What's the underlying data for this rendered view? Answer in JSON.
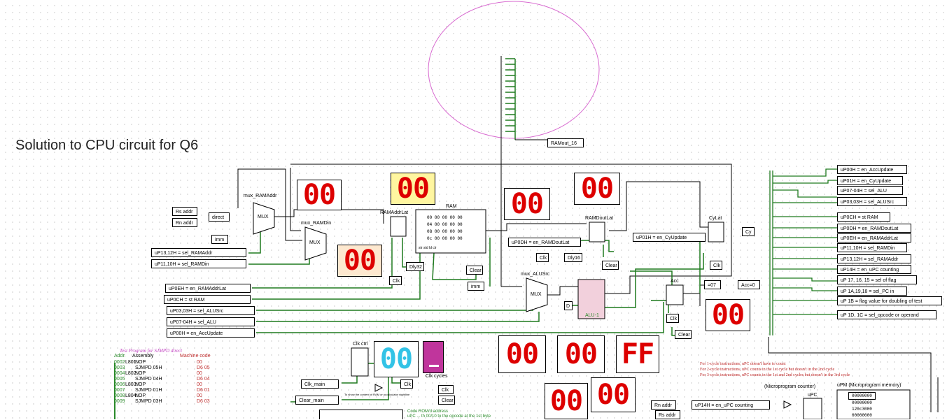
{
  "title": "Solution to CPU circuit for Q6",
  "left_pins": [
    {
      "label": "Rs addr"
    },
    {
      "label": "Rn addr"
    },
    {
      "label": "direct"
    },
    {
      "label": "imm"
    },
    {
      "label": "uP13,12H = sel_RAMAddr"
    },
    {
      "label": "uP11,10H = sel_RAMDin"
    },
    {
      "label": "uP0EH = en_RAMAddrLat"
    },
    {
      "label": "uP0CH = st RAM"
    },
    {
      "label": "uP03,03H = sel_ALUSrc"
    },
    {
      "label": "uP07-04H = sel_ALU"
    },
    {
      "label": "uP00H = en_AccUpdate"
    }
  ],
  "right_pins": [
    {
      "label": "uP00H = en_AccUpdate"
    },
    {
      "label": "uP01H = en_CyUpdate"
    },
    {
      "label": "uP07-04H = sel_ALU"
    },
    {
      "label": "uP03,03H = sel_ALUSrc"
    },
    {
      "label": "uP0CH = st RAM"
    },
    {
      "label": "uP0DH = en_RAMDoutLat"
    },
    {
      "label": "uP0EH = en_RAMAddrLat"
    },
    {
      "label": "uP11,10H = sel_RAMDin"
    },
    {
      "label": "uP13,12H = sel_RAMAddr"
    },
    {
      "label": "uP14H = en_uPC counting"
    },
    {
      "label": "uP 17, 16, 15 = sel of flag"
    },
    {
      "label": "uP 1A,19,18 = sel_PC in"
    },
    {
      "label": "uP 1B = flag value for doubling of test"
    },
    {
      "label": "uP 1D, 1C = sel_opcode or operand"
    }
  ],
  "components": {
    "mux_ramaddr": "mux_RAMAddr",
    "mux_ramdin": "mux_RAMDin",
    "mux_alusrc": "mux_ALUSrc",
    "mux": "MUX",
    "ram_addr_lat": "RAMAddrLat",
    "ram": "RAM",
    "ram_dout_lat": "RAMDoutLat",
    "cy_lat": "CyLat",
    "cy": "Cy",
    "acc": "Acc",
    "alu": "ALU-1",
    "acc_eq0": "Acc=0",
    "eq07": "=07",
    "ramout": "RAMout_16",
    "en_ramdoutlat": "uP0DH = en_RAMDoutLat",
    "en_cyupdate": "uP01H = en_CyUpdate",
    "clk": "Clk",
    "clear": "Clear",
    "dly32": "Dly32",
    "dly16": "Dly16",
    "imm2": "imm",
    "d": "D",
    "clk_ctrl": "Clk ctrl",
    "clk_main": "Clk_main",
    "clear_main": "Clear_main",
    "cycle_label": "Clk cycles",
    "upc_counter": "(Microprogram counter)",
    "upc": "uPC",
    "upm": "uPM (Microprogram memory)",
    "en_upc": "uP14H = en_uPC counting",
    "rn_addr2": "Rn addr",
    "rs_addr2": "Rs addr",
    "small_note": "To show the content of RAM on a calculator nightline",
    "code_note": "Code ROM/d address"
  },
  "displays": [
    {
      "name": "ramaddr-display",
      "value": "00"
    },
    {
      "name": "ram-highlight-display",
      "value": "00"
    },
    {
      "name": "ramdin-display",
      "value": "00"
    },
    {
      "name": "ram-out-display",
      "value": "00"
    },
    {
      "name": "ramdout-display",
      "value": "00"
    },
    {
      "name": "acc-display",
      "value": "00"
    },
    {
      "name": "bottom-display-1",
      "value": "00"
    },
    {
      "name": "bottom-display-2",
      "value": "00"
    },
    {
      "name": "bottom-display-3",
      "value": "FF"
    },
    {
      "name": "bottom-display-4",
      "value": "00"
    },
    {
      "name": "bottom-display-5",
      "value": "00"
    }
  ],
  "cycle_display": "00",
  "ram_grid": {
    "rows": [
      "00",
      "04",
      "08",
      "0c"
    ],
    "cells": [
      "00",
      "00",
      "00",
      "00"
    ],
    "pins": "str std      ld   clr"
  },
  "notes": [
    "For 1-cycle instructions, uPC doesn't have to count",
    "For 2-cycle instructions, uPC counts in the 1st cycle but doesn't in the 2nd cycle",
    "For 3-cycle instructions, uPC counts in the 1st and 2nd cycles but doesn't in the 3rd cycle"
  ],
  "code_note_2": "uPC ... th 00/10 to the opcode at the 1st byte",
  "program": {
    "title": "Test Program for SJMPD direct",
    "columns": [
      "Addr.",
      "Assembly",
      "Machine code"
    ],
    "rows": [
      {
        "addr": "0002",
        "label": "L801:",
        "asm": "NOP",
        "code": "00"
      },
      {
        "addr": "0003",
        "label": "",
        "asm": "SJMPD 05H",
        "code": "D6 05"
      },
      {
        "addr": "0004",
        "label": "L802:",
        "asm": "NOP",
        "code": "00"
      },
      {
        "addr": "0005",
        "label": "",
        "asm": "SJMPD 04H",
        "code": "D6 04"
      },
      {
        "addr": "0006",
        "label": "L803:",
        "asm": "NOP",
        "code": "00"
      },
      {
        "addr": "0007",
        "label": "",
        "asm": "SJMPD 01H",
        "code": "D6 01"
      },
      {
        "addr": "0008",
        "label": "L804:",
        "asm": "NOP",
        "code": "00"
      },
      {
        "addr": "0009",
        "label": "",
        "asm": "SJMPD 03H",
        "code": "D6 03"
      }
    ]
  },
  "upm_rows": [
    "00000000",
    "00000000",
    "120c3000",
    "00000000"
  ],
  "colors": {
    "wire_green": "#1f7a1f",
    "wire_black": "#000000",
    "seg_red": "#dd0000",
    "seg_cyan": "#33c3e6",
    "highlight_yellow": "#fff6a0",
    "highlight_peach": "#fde8cf",
    "alu_pink": "#f2d0dc",
    "cycle_magenta": "#c0359c",
    "circle_magenta": "#d86ad0"
  }
}
